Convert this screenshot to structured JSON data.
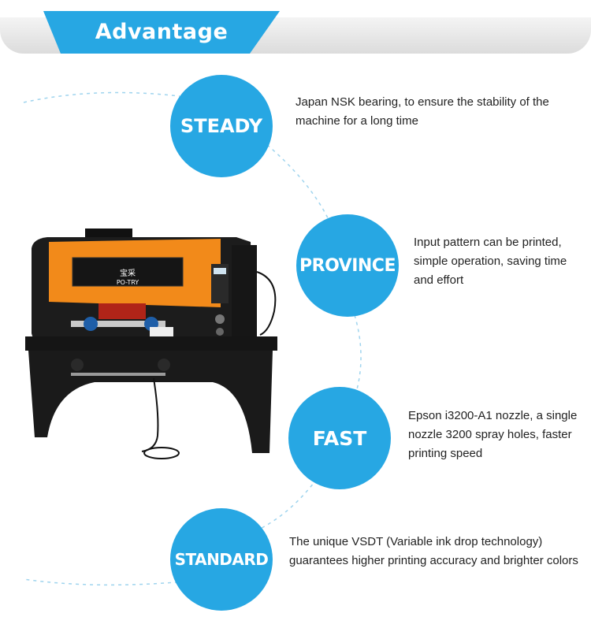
{
  "header": {
    "title": "Advantage"
  },
  "colors": {
    "accent": "#27a7e3",
    "machine_orange": "#f28a1a",
    "machine_body": "#1c1c1c"
  },
  "machine": {
    "brand_cn": "宝采",
    "brand": "PO-TRY"
  },
  "features": [
    {
      "title": "STEADY",
      "description": "Japan NSK bearing, to ensure the stability of the machine for a long time"
    },
    {
      "title": "PROVINCE",
      "description": "Input pattern can be printed, simple operation, saving time and effort"
    },
    {
      "title": "FAST",
      "description": "Epson i3200-A1 nozzle, a single nozzle 3200 spray holes, faster printing speed"
    },
    {
      "title": "STANDARD",
      "description": "The unique VSDT (Variable ink drop technology) guarantees higher printing accuracy and brighter colors"
    }
  ]
}
